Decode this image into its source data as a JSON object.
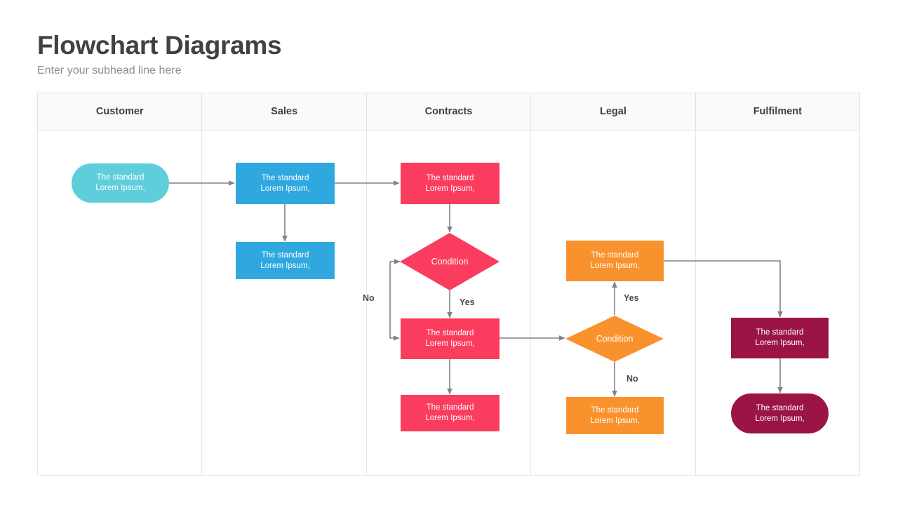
{
  "page": {
    "title": "Flowchart Diagrams",
    "subtitle": "Enter your subhead line here"
  },
  "colors": {
    "teal": "#5FCEDB",
    "blue": "#2FA8E0",
    "pink": "#FA3C5E",
    "orange": "#F9922C",
    "crimson": "#9B1446",
    "connector": "#808285",
    "table_border": "#E2E2E2",
    "header_fill": "#FAFAFA",
    "title_text": "#414042",
    "subtitle_text": "#8D8D8F"
  },
  "lanes": [
    {
      "id": "customer",
      "label": "Customer"
    },
    {
      "id": "sales",
      "label": "Sales"
    },
    {
      "id": "contracts",
      "label": "Contracts"
    },
    {
      "id": "legal",
      "label": "Legal"
    },
    {
      "id": "fulfilment",
      "label": "Fulfilment"
    }
  ],
  "node_text": {
    "line1": "The standard",
    "line2": "Lorem Ipsum,"
  },
  "nodes": [
    {
      "id": "customer-start",
      "lane": "customer",
      "shape": "pill",
      "color": "#5FCEDB",
      "line1": "The standard",
      "line2": "Lorem Ipsum,"
    },
    {
      "id": "sales-1",
      "lane": "sales",
      "shape": "rect",
      "color": "#2FA8E0",
      "line1": "The standard",
      "line2": "Lorem Ipsum,"
    },
    {
      "id": "sales-2",
      "lane": "sales",
      "shape": "rect",
      "color": "#2FA8E0",
      "line1": "The standard",
      "line2": "Lorem Ipsum,"
    },
    {
      "id": "contracts-1",
      "lane": "contracts",
      "shape": "rect",
      "color": "#FA3C5E",
      "line1": "The standard",
      "line2": "Lorem Ipsum,"
    },
    {
      "id": "contracts-cond",
      "lane": "contracts",
      "shape": "diamond",
      "color": "#FA3C5E",
      "label": "Condition"
    },
    {
      "id": "contracts-2",
      "lane": "contracts",
      "shape": "rect",
      "color": "#FA3C5E",
      "line1": "The standard",
      "line2": "Lorem Ipsum,"
    },
    {
      "id": "contracts-3",
      "lane": "contracts",
      "shape": "rect",
      "color": "#FA3C5E",
      "line1": "The standard",
      "line2": "Lorem Ipsum,"
    },
    {
      "id": "legal-1",
      "lane": "legal",
      "shape": "rect",
      "color": "#F9922C",
      "line1": "The standard",
      "line2": "Lorem Ipsum,"
    },
    {
      "id": "legal-cond",
      "lane": "legal",
      "shape": "diamond",
      "color": "#F9922C",
      "label": "Condition"
    },
    {
      "id": "legal-2",
      "lane": "legal",
      "shape": "rect",
      "color": "#F9922C",
      "line1": "The standard",
      "line2": "Lorem Ipsum,"
    },
    {
      "id": "fulfilment-1",
      "lane": "fulfilment",
      "shape": "rect",
      "color": "#9B1446",
      "line1": "The standard",
      "line2": "Lorem Ipsum,"
    },
    {
      "id": "fulfilment-end",
      "lane": "fulfilment",
      "shape": "pill",
      "color": "#9B1446",
      "line1": "The standard",
      "line2": "Lorem Ipsum,"
    }
  ],
  "edge_labels": [
    {
      "id": "contracts-no",
      "text": "No",
      "lane": "contracts"
    },
    {
      "id": "contracts-yes",
      "text": "Yes",
      "lane": "contracts"
    },
    {
      "id": "legal-yes",
      "text": "Yes",
      "lane": "legal"
    },
    {
      "id": "legal-no",
      "text": "No",
      "lane": "legal"
    }
  ]
}
